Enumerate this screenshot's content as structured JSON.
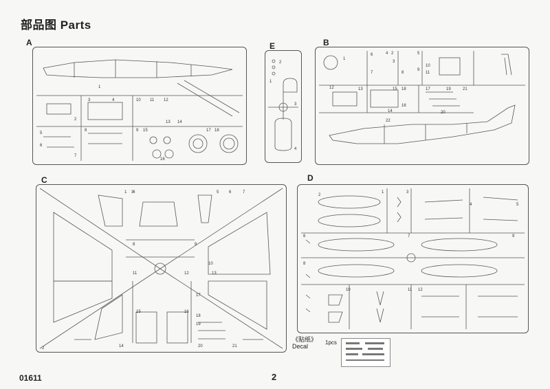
{
  "header": {
    "title": "部品图  Parts"
  },
  "sections": {
    "A": {
      "letter": "A",
      "numbers": [
        "1",
        "2",
        "3",
        "4",
        "5",
        "6",
        "7",
        "8",
        "9",
        "10",
        "11",
        "12",
        "13",
        "14",
        "15",
        "16",
        "17",
        "18"
      ]
    },
    "B": {
      "letter": "B",
      "numbers": [
        "1",
        "2",
        "3",
        "4",
        "5",
        "6",
        "7",
        "8",
        "9",
        "10",
        "11",
        "12",
        "13",
        "14",
        "15",
        "16",
        "17",
        "18",
        "19",
        "20",
        "21",
        "22"
      ]
    },
    "C": {
      "letter": "C",
      "numbers": [
        "1",
        "2",
        "3",
        "4",
        "5",
        "6",
        "7",
        "8",
        "9",
        "10",
        "11",
        "12",
        "13",
        "14",
        "15",
        "16",
        "17",
        "18",
        "19",
        "20",
        "21"
      ]
    },
    "D": {
      "letter": "D",
      "numbers": [
        "1",
        "2",
        "3",
        "4",
        "5",
        "6",
        "7",
        "8",
        "9",
        "10",
        "11",
        "12"
      ]
    },
    "E": {
      "letter": "E",
      "numbers": [
        "1",
        "2",
        "3",
        "4"
      ]
    }
  },
  "decal": {
    "label": "《贴纸》\nDecal",
    "quantity": "1pcs"
  },
  "footer": {
    "code": "01611",
    "page": "2"
  },
  "colors": {
    "line": "#555555",
    "paper": "#f7f7f5"
  }
}
